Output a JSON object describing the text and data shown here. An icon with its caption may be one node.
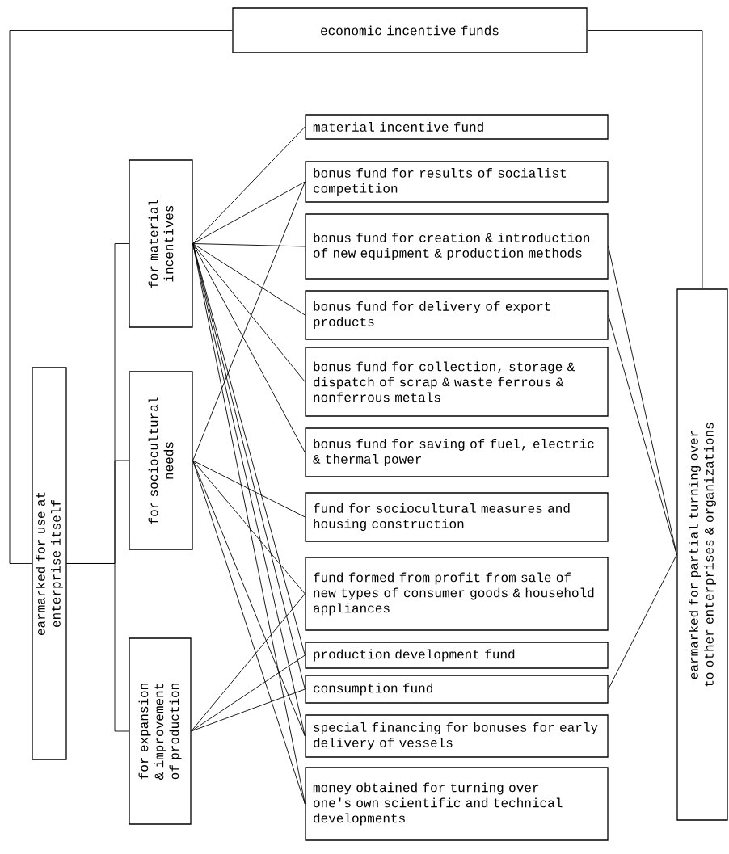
{
  "diagram": {
    "nodes": [
      {
        "text": [
          "economic incentive funds"
        ]
      },
      {
        "text": [
          "earmarked for use at enterprise itself"
        ]
      },
      {
        "text": [
          "for material incentives"
        ]
      },
      {
        "text": [
          "for sociocultural needs"
        ]
      },
      {
        "text": [
          "for expansion & improvement of production"
        ]
      },
      {
        "text": [
          "material incentive fund"
        ]
      },
      {
        "text": [
          "bonus fund for results of socialist competition"
        ]
      },
      {
        "text": [
          "bonus fund for creation & introduction of new equipment & production methods"
        ]
      },
      {
        "text": [
          "bonus fund for delivery of export products"
        ]
      },
      {
        "text": [
          "bonus fund for collection, storage & dispatch of scrap & waste ferrous & nonferrous metals"
        ]
      },
      {
        "text": [
          "bonus fund for saving of fuel, electric & thermal power"
        ]
      },
      {
        "text": [
          "fund for sociocultural measures and housing construction"
        ]
      },
      {
        "text": [
          "fund formed from profit from sale of new types of consumer goods & household appliances"
        ]
      },
      {
        "text": [
          "production development fund"
        ]
      },
      {
        "text": [
          "consumption fund"
        ]
      },
      {
        "text": [
          "special financing for bonuses for early delivery of vessels"
        ]
      },
      {
        "text": [
          "money obtained for turning over one's own scientific and technical developments"
        ]
      },
      {
        "text": [
          "earmarked for partial turning over to other enterprises & organizations"
        ]
      }
    ],
    "edges": [
      {
        "from": 0,
        "to": 1,
        "arrow": "none"
      },
      {
        "from": 0,
        "to": 17,
        "arrow": "none"
      },
      {
        "from": 1,
        "to": 2,
        "arrow": "none"
      },
      {
        "from": 1,
        "to": 3,
        "arrow": "none"
      },
      {
        "from": 1,
        "to": 4,
        "arrow": "none"
      },
      {
        "from": 2,
        "to": 5,
        "arrow": "none"
      },
      {
        "from": 2,
        "to": 6,
        "arrow": "none"
      },
      {
        "from": 2,
        "to": 7,
        "arrow": "none"
      },
      {
        "from": 2,
        "to": 8,
        "arrow": "none"
      },
      {
        "from": 2,
        "to": 9,
        "arrow": "none"
      },
      {
        "from": 2,
        "to": 10,
        "arrow": "none"
      },
      {
        "from": 2,
        "to": 13,
        "arrow": "none"
      },
      {
        "from": 2,
        "to": 14,
        "arrow": "none"
      },
      {
        "from": 2,
        "to": 15,
        "arrow": "none"
      },
      {
        "from": 2,
        "to": 16,
        "arrow": "none"
      },
      {
        "from": 3,
        "to": 6,
        "arrow": "none"
      },
      {
        "from": 3,
        "to": 11,
        "arrow": "none"
      },
      {
        "from": 3,
        "to": 12,
        "arrow": "none"
      },
      {
        "from": 3,
        "to": 15,
        "arrow": "none"
      },
      {
        "from": 3,
        "to": 16,
        "arrow": "none"
      },
      {
        "from": 4,
        "to": 12,
        "arrow": "none"
      },
      {
        "from": 4,
        "to": 13,
        "arrow": "none"
      },
      {
        "from": 4,
        "to": 14,
        "arrow": "none"
      },
      {
        "from": 7,
        "to": 17,
        "arrow": "none"
      },
      {
        "from": 8,
        "to": 17,
        "arrow": "none"
      },
      {
        "from": 14,
        "to": 17,
        "arrow": "none"
      }
    ]
  }
}
